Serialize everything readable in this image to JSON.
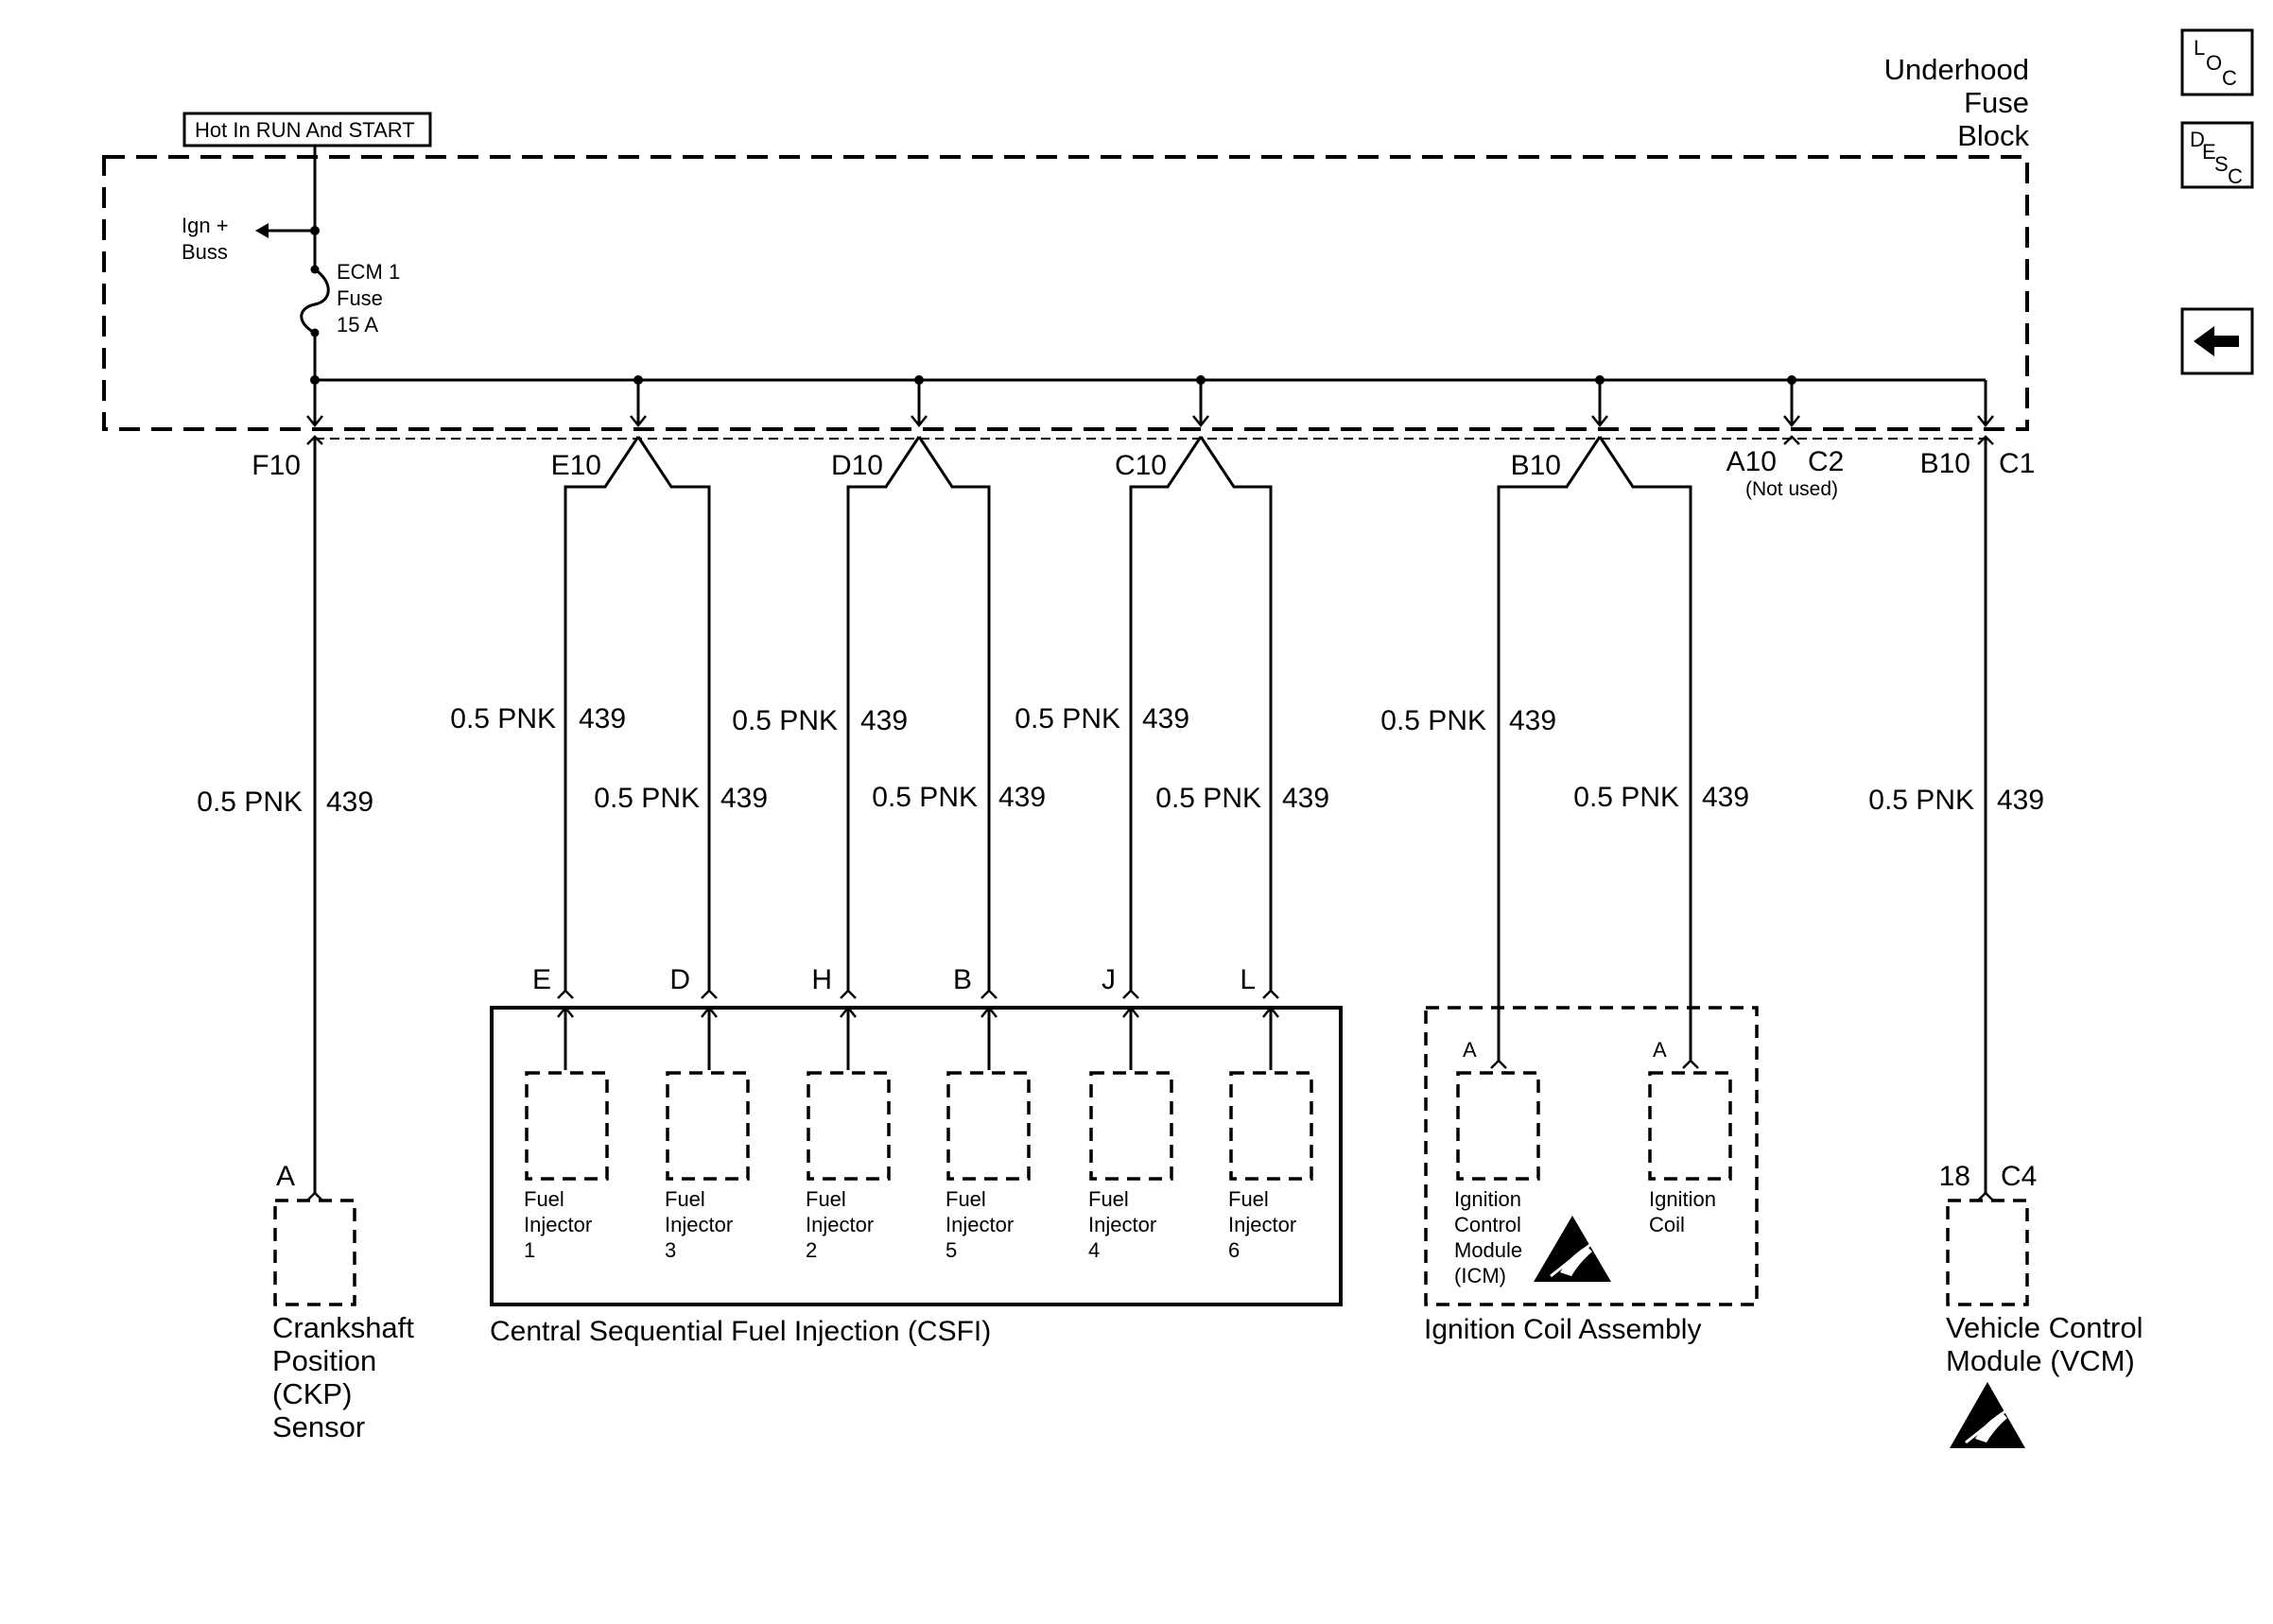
{
  "nav_buttons": {
    "loc": {
      "l1": "L",
      "l2": "O",
      "l3": "C"
    },
    "desc": {
      "l1": "D",
      "l2": "E",
      "l3": "S",
      "l4": "C"
    },
    "back_icon": "left-arrow-icon"
  },
  "fuse_block": {
    "title_line1": "Underhood",
    "title_line2": "Fuse",
    "title_line3": "Block",
    "hot_label": "Hot In RUN And START",
    "ign_line1": "Ign +",
    "ign_line2": "Buss",
    "fuse_line1": "ECM 1",
    "fuse_line2": "Fuse",
    "fuse_line3": "15 A"
  },
  "connectors": {
    "f10": "F10",
    "e10": "E10",
    "d10": "D10",
    "c10": "C10",
    "b10_c2": "B10",
    "a10": "A10",
    "c2": "C2",
    "not_used": "(Not used)",
    "b10_c1": "B10",
    "c1": "C1"
  },
  "wires": {
    "w_ckp": {
      "gauge": "0.5 PNK",
      "circuit": "439"
    },
    "w_inj1": {
      "gauge": "0.5 PNK",
      "circuit": "439"
    },
    "w_inj3": {
      "gauge": "0.5 PNK",
      "circuit": "439"
    },
    "w_inj2": {
      "gauge": "0.5 PNK",
      "circuit": "439"
    },
    "w_inj5": {
      "gauge": "0.5 PNK",
      "circuit": "439"
    },
    "w_inj4": {
      "gauge": "0.5 PNK",
      "circuit": "439"
    },
    "w_inj6": {
      "gauge": "0.5 PNK",
      "circuit": "439"
    },
    "w_icm": {
      "gauge": "0.5 PNK",
      "circuit": "439"
    },
    "w_coil": {
      "gauge": "0.5 PNK",
      "circuit": "439"
    },
    "w_vcm": {
      "gauge": "0.5 PNK",
      "circuit": "439"
    }
  },
  "csfi": {
    "pins": [
      "E",
      "D",
      "H",
      "B",
      "J",
      "L"
    ],
    "injectors": [
      {
        "l1": "Fuel",
        "l2": "Injector",
        "l3": "1"
      },
      {
        "l1": "Fuel",
        "l2": "Injector",
        "l3": "3"
      },
      {
        "l1": "Fuel",
        "l2": "Injector",
        "l3": "2"
      },
      {
        "l1": "Fuel",
        "l2": "Injector",
        "l3": "5"
      },
      {
        "l1": "Fuel",
        "l2": "Injector",
        "l3": "4"
      },
      {
        "l1": "Fuel",
        "l2": "Injector",
        "l3": "6"
      }
    ],
    "label": "Central Sequential Fuel Injection (CSFI)"
  },
  "ignition": {
    "pin_icm": "A",
    "pin_coil": "A",
    "icm_l1": "Ignition",
    "icm_l2": "Control",
    "icm_l3": "Module",
    "icm_l4": "(ICM)",
    "coil_l1": "Ignition",
    "coil_l2": "Coil",
    "label": "Ignition Coil Assembly"
  },
  "ckp": {
    "pin": "A",
    "l1": "Crankshaft",
    "l2": "Position",
    "l3": "(CKP)",
    "l4": "Sensor"
  },
  "vcm": {
    "pin": "18",
    "conn": "C4",
    "l1": "Vehicle Control",
    "l2": "Module (VCM)"
  },
  "icons": {
    "esd_icm": "esd-warning-icon",
    "esd_vcm": "esd-warning-icon"
  }
}
